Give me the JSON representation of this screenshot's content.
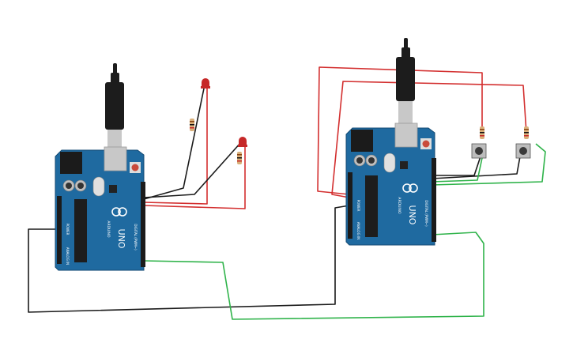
{
  "colors": {
    "board": "#1f6aa0",
    "board_dark": "#144a73",
    "wire_red": "#d32f2f",
    "wire_black": "#1a1a1a",
    "wire_green": "#2fb34a",
    "led_red": "#c62828",
    "resistor_body": "#d9b07a",
    "usb_cable": "#1c1c1c",
    "usb_metal": "#c8c8c8",
    "button_body": "#3a3a3a"
  },
  "boards": [
    {
      "name": "arduino-uno-left",
      "model_text": "UNO",
      "brand_text": "ARDUINO",
      "digital_label": "DIGITAL (PWM~)",
      "power_label": "POWER",
      "analog_label": "ANALOG IN"
    },
    {
      "name": "arduino-uno-right",
      "model_text": "UNO",
      "brand_text": "ARDUINO",
      "digital_label": "DIGITAL (PWM~)",
      "power_label": "POWER",
      "analog_label": "ANALOG IN"
    }
  ],
  "components": {
    "leds": [
      "led-red-1",
      "led-red-2"
    ],
    "resistors": [
      "resistor-led-1",
      "resistor-led-2",
      "resistor-button-1",
      "resistor-button-2"
    ],
    "buttons": [
      "pushbutton-1",
      "pushbutton-2"
    ]
  }
}
